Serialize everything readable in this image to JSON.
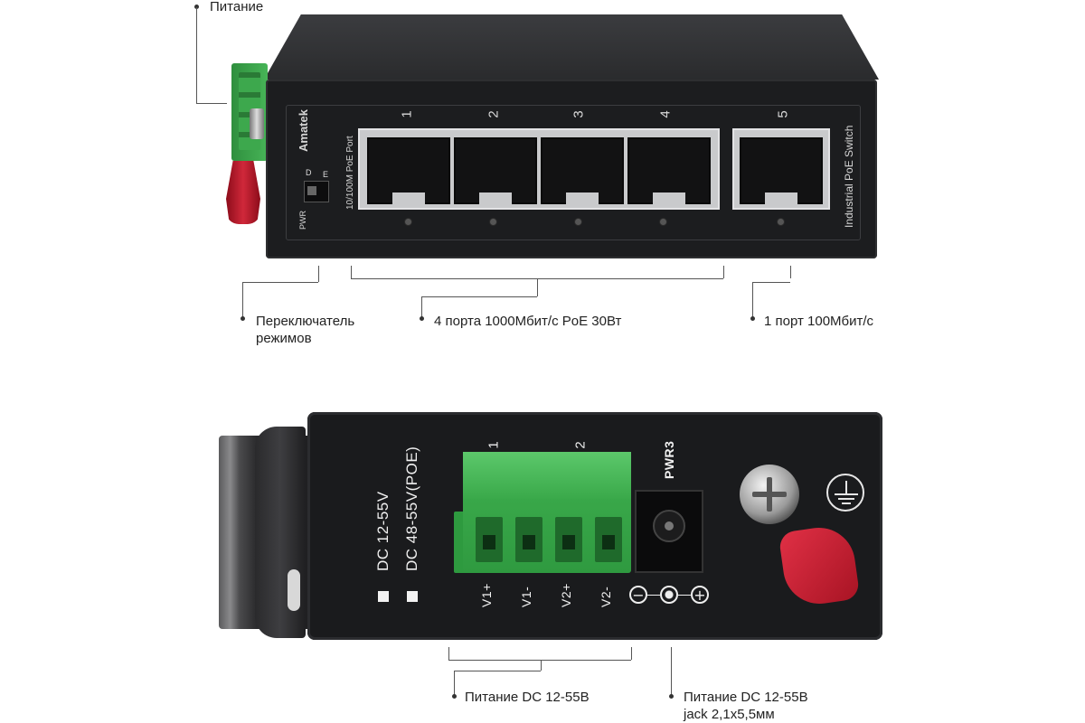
{
  "callouts": {
    "power_top": "Питание",
    "mode_switch": "Переключатель\nрежимов",
    "poe_ports": "4 порта 1000Мбит/с PoE 30Вт",
    "uplink_port": "1 порт 100Мбит/с",
    "power_terminal": "Питание DC 12-55В",
    "power_jack_line1": "Питание DC 12-55В",
    "power_jack_line2": "jack 2,1x5,5мм"
  },
  "front_panel": {
    "brand": "Amatek",
    "port_caption": "10/100M PoE Port",
    "model_caption": "Industrial PoE Switch",
    "pwr_label": "PWR",
    "switch_d": "D",
    "switch_e": "E",
    "port_numbers": [
      "1",
      "2",
      "3",
      "4",
      "5"
    ]
  },
  "rear_panel": {
    "voltage_1": "DC 12-55V",
    "voltage_2": "DC 48-55V(POE)",
    "pwr3_label": "PWR3",
    "terminal_group_1": "1",
    "terminal_group_2": "2",
    "terminal_labels": [
      "V1+",
      "V1-",
      "V2+",
      "V2-"
    ],
    "polarity_minus": "−",
    "polarity_plus": "+"
  }
}
